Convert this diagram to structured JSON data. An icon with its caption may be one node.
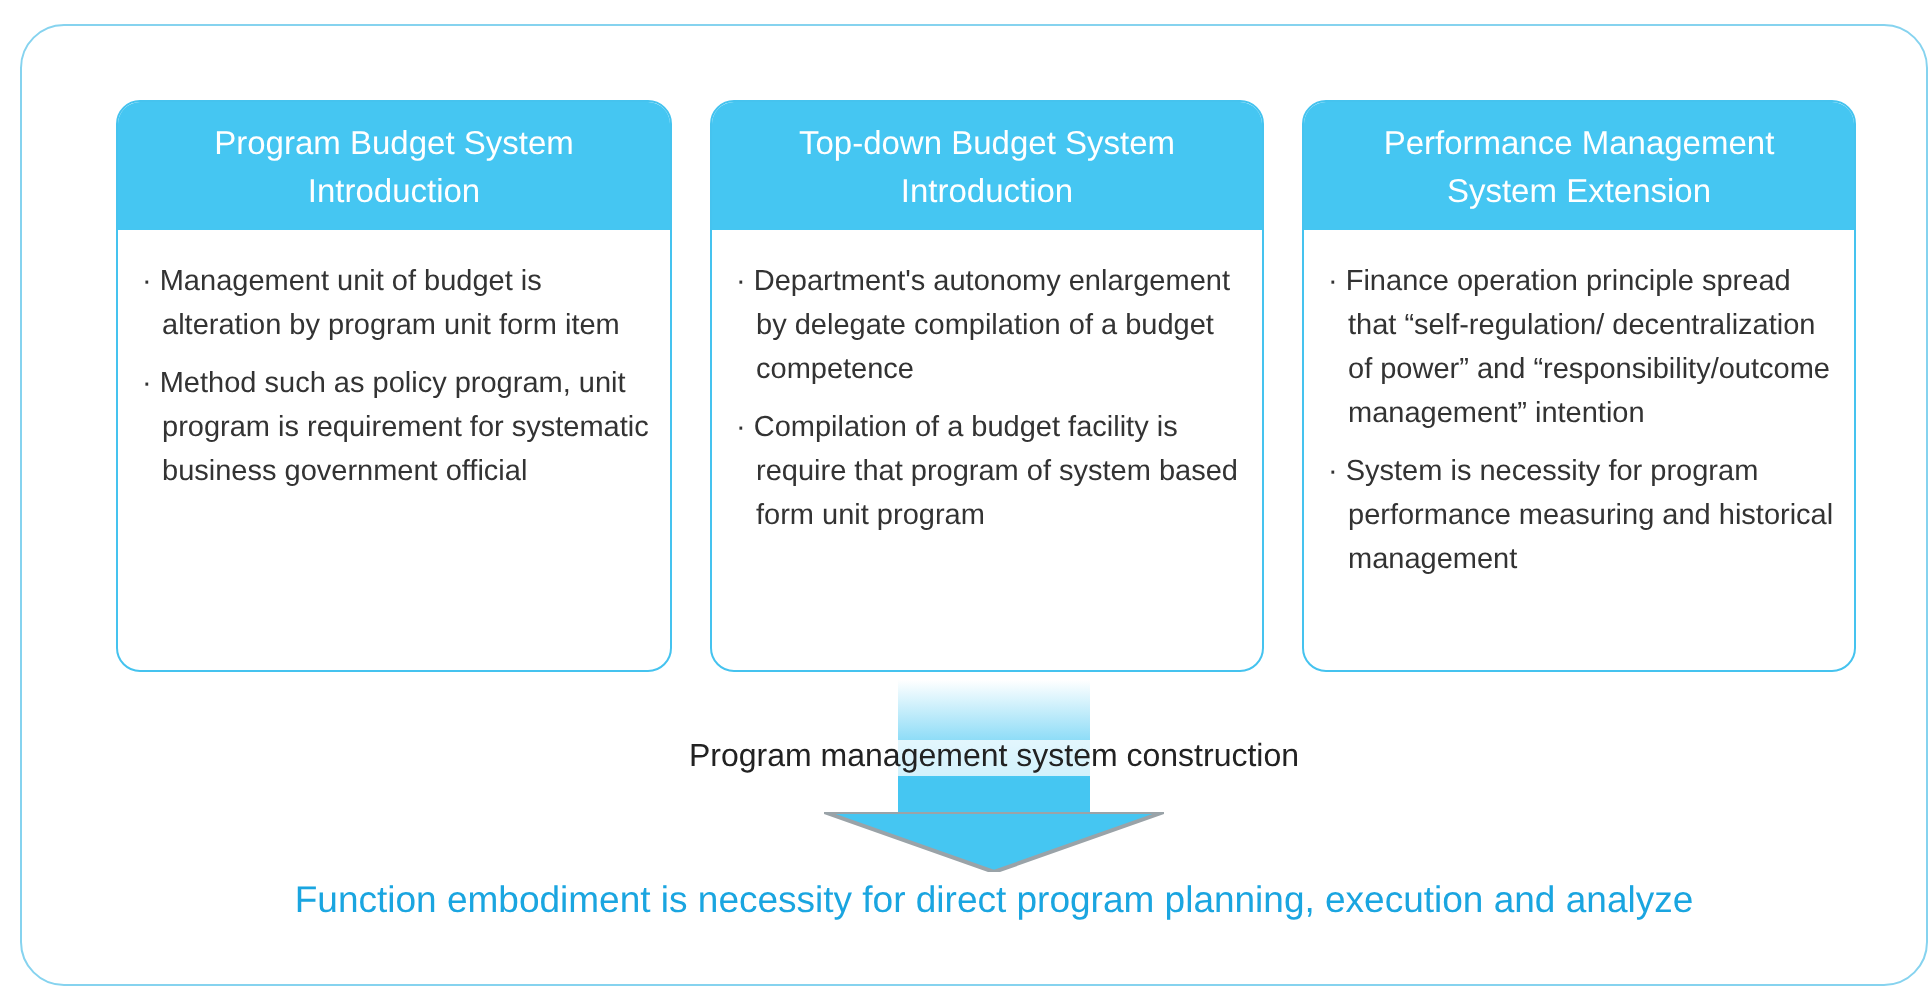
{
  "diagram": {
    "nodes": [
      {
        "text": [
          "Program Budget System Introduction",
          "· Management unit of budget is alteration by program unit form item",
          "· Method such as policy program, unit program is requirement for systematic business government official"
        ]
      },
      {
        "text": [
          "Top-down Budget System Introduction",
          "· Department's autonomy enlargement by delegate compilation of a budget competence",
          "· Compilation of a budget facility is require that program of system based form unit program"
        ]
      },
      {
        "text": [
          "Performance Management System Extension",
          "· Finance operation principle spread that “self-regulation/ decentralization of power” and “responsibility/outcome management” intention",
          "· System is necessity for program performance measuring and historical management"
        ]
      },
      {
        "text": [
          "Function embodiment is necessity for direct program planning, execution and analyze"
        ]
      }
    ],
    "edges": [
      {
        "from": 1,
        "to": 3,
        "arrow": "to",
        "label": "Program management system construction",
        "style": "thick"
      }
    ]
  }
}
